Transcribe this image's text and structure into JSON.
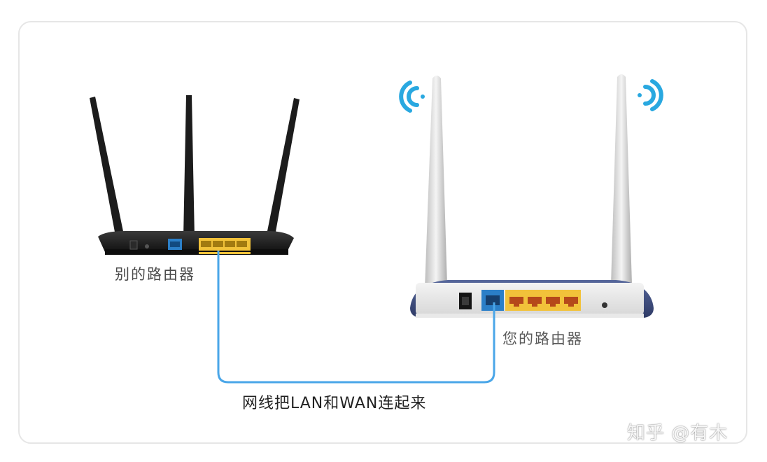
{
  "labels": {
    "other_router": "别的路由器",
    "your_router": "您的路由器",
    "cable": "网线把LAN和WAN连起来"
  },
  "watermark": "知乎 @有木",
  "icons": {
    "left_signal": "wifi-signal-left-icon",
    "right_signal": "wifi-signal-right-icon"
  },
  "colors": {
    "cable": "#4aa6e8",
    "wifi_signal": "#29a8e0",
    "lan_ports": "#f2c23a",
    "wan_port": "#2b7fc8",
    "black_router": "#1e1e1e",
    "white_router_base": "#3d4b7d"
  }
}
